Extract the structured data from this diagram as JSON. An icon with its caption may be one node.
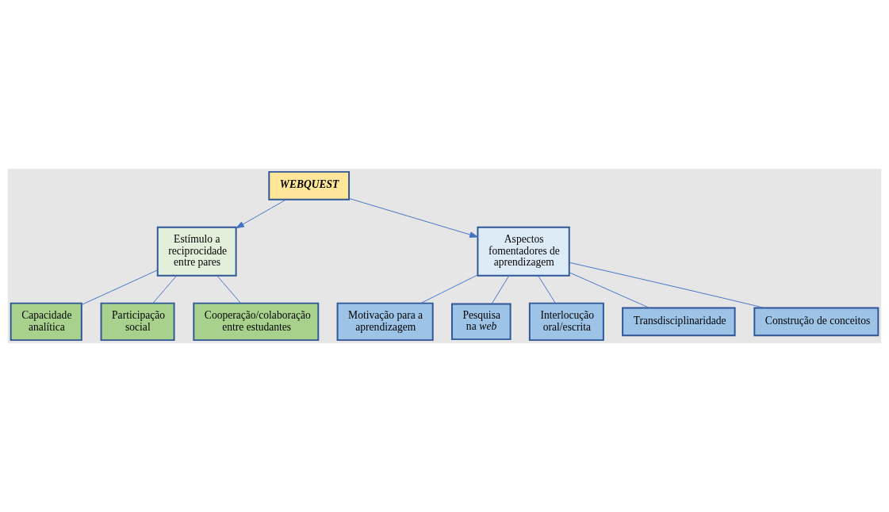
{
  "diagram": {
    "nodes": [
      {
        "text": [
          "WEBQUEST"
        ]
      },
      {
        "text": [
          "Estímulo a reciprocidade entre pares"
        ]
      },
      {
        "text": [
          "Aspectos fomentadores de aprendizagem"
        ]
      },
      {
        "text": [
          "Capacidade analítica"
        ]
      },
      {
        "text": [
          "Participação social"
        ]
      },
      {
        "text": [
          "Cooperação/colaboração entre estudantes"
        ]
      },
      {
        "text": [
          "Motivação para a aprendizagem"
        ]
      },
      {
        "text": [
          "Pesquisa na *web*"
        ]
      },
      {
        "text": [
          "Interlocução oral/escrita"
        ]
      },
      {
        "text": [
          "Transdisciplinaridade"
        ]
      },
      {
        "text": [
          "Construção de conceitos"
        ]
      }
    ],
    "edges": [
      {
        "from": 0,
        "to": 1,
        "arrow": "to"
      },
      {
        "from": 0,
        "to": 2,
        "arrow": "to"
      },
      {
        "from": 1,
        "to": 3,
        "arrow": "none"
      },
      {
        "from": 1,
        "to": 5,
        "arrow": "none"
      },
      {
        "from": 1,
        "to": 4,
        "arrow": "none"
      },
      {
        "from": 2,
        "to": 6,
        "arrow": "none"
      },
      {
        "from": 2,
        "to": 9,
        "arrow": "none"
      },
      {
        "from": 2,
        "to": 7,
        "arrow": "none"
      },
      {
        "from": 2,
        "to": 10,
        "arrow": "none"
      },
      {
        "from": 2,
        "to": 8,
        "arrow": "none"
      }
    ]
  }
}
